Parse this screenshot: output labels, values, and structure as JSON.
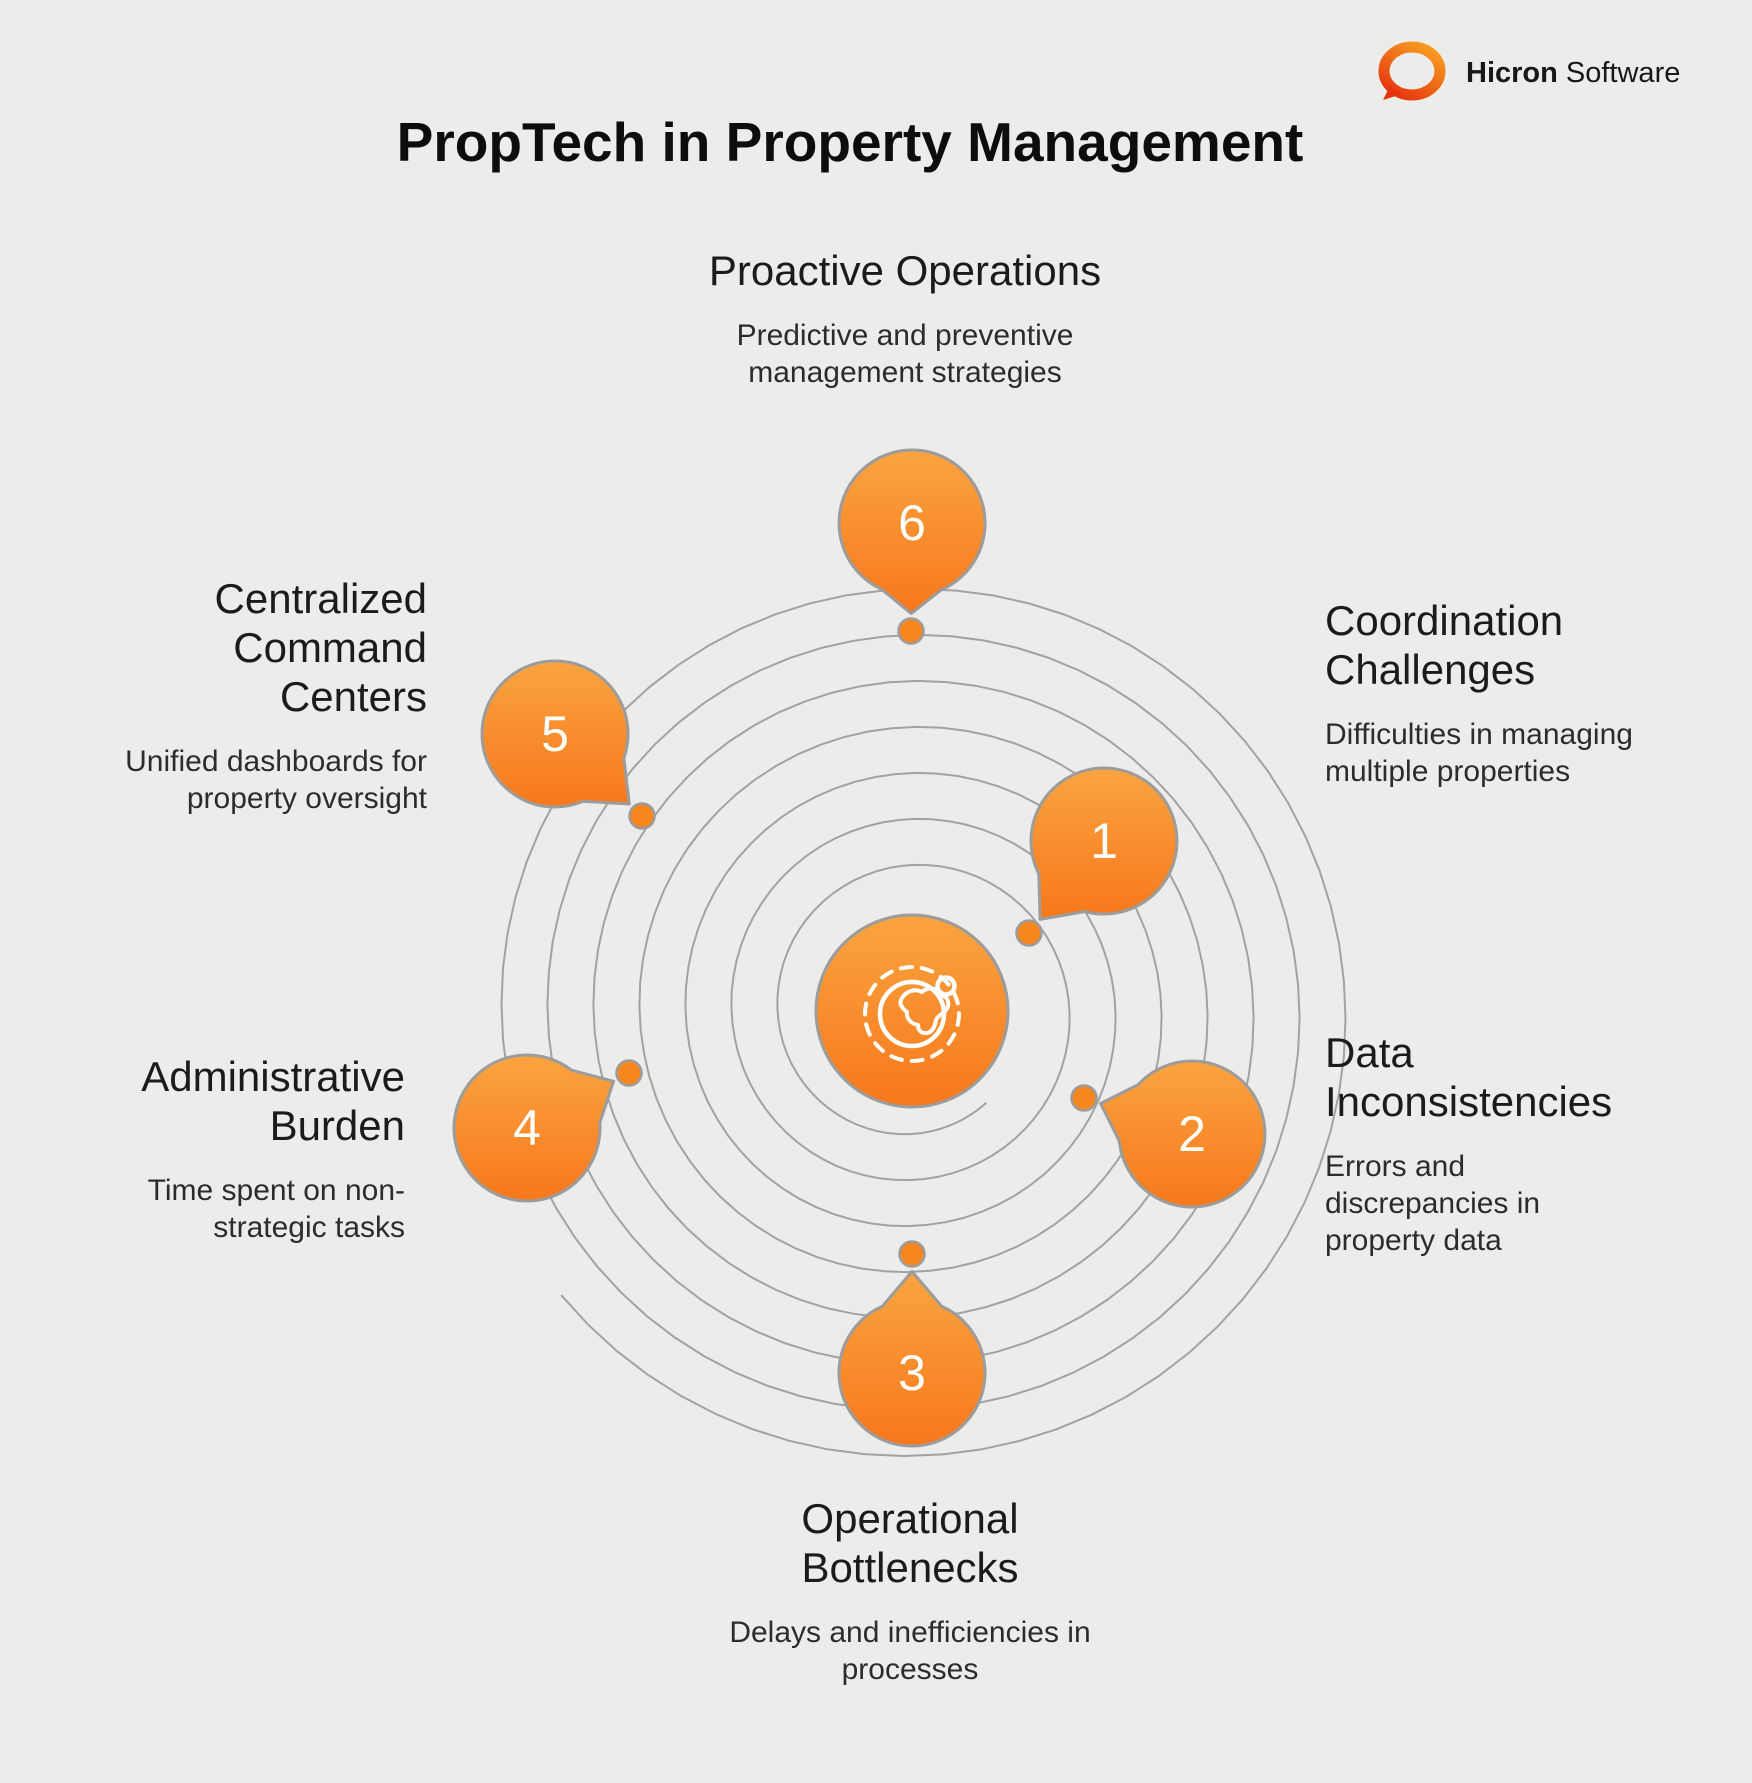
{
  "title": "PropTech in Property Management",
  "logo": {
    "brand_bold": "Hicron",
    "brand_regular": "Software",
    "icon": "speech-bubble-ring-icon"
  },
  "center_icon": "globe-orbit-icon",
  "items": [
    {
      "number": "1",
      "label": "Coordination Challenges",
      "label_lines": [
        "Coordination",
        "Challenges"
      ],
      "description": "Difficulties in managing multiple properties",
      "desc_lines": [
        "Difficulties in managing",
        "multiple properties"
      ]
    },
    {
      "number": "2",
      "label": "Data Inconsistencies",
      "label_lines": [
        "Data",
        "Inconsistencies"
      ],
      "description": "Errors and discrepancies in property data",
      "desc_lines": [
        "Errors and",
        "discrepancies in",
        "property data"
      ]
    },
    {
      "number": "3",
      "label": "Operational Bottlenecks",
      "label_lines": [
        "Operational",
        "Bottlenecks"
      ],
      "description": "Delays and inefficiencies in processes",
      "desc_lines": [
        "Delays and inefficiencies in",
        "processes"
      ]
    },
    {
      "number": "4",
      "label": "Administrative Burden",
      "label_lines": [
        "Administrative",
        "Burden"
      ],
      "description": "Time spent on non-strategic tasks",
      "desc_lines": [
        "Time spent on non-",
        "strategic tasks"
      ]
    },
    {
      "number": "5",
      "label": "Centralized Command Centers",
      "label_lines": [
        "Centralized",
        "Command",
        "Centers"
      ],
      "description": "Unified dashboards for property oversight",
      "desc_lines": [
        "Unified dashboards for",
        "property oversight"
      ]
    },
    {
      "number": "6",
      "label": "Proactive Operations",
      "label_lines": [
        "Proactive Operations"
      ],
      "description": "Predictive and preventive management strategies",
      "desc_lines": [
        "Predictive and preventive",
        "management strategies"
      ]
    }
  ],
  "colors": {
    "background": "#ECECEA",
    "bubble_gradient_top": "#FAA440",
    "bubble_gradient_bottom": "#F7781B",
    "dot_fill": "#F8861F",
    "outline_gray": "#9C9C9C",
    "spiral_gray": "#A2A2A2",
    "logo_gradient_from": "#F89B22",
    "logo_gradient_to": "#E5330D",
    "title_text": "#0D0D0F",
    "heading_text": "#1B1B1D",
    "description_text": "#2C2C2E"
  }
}
